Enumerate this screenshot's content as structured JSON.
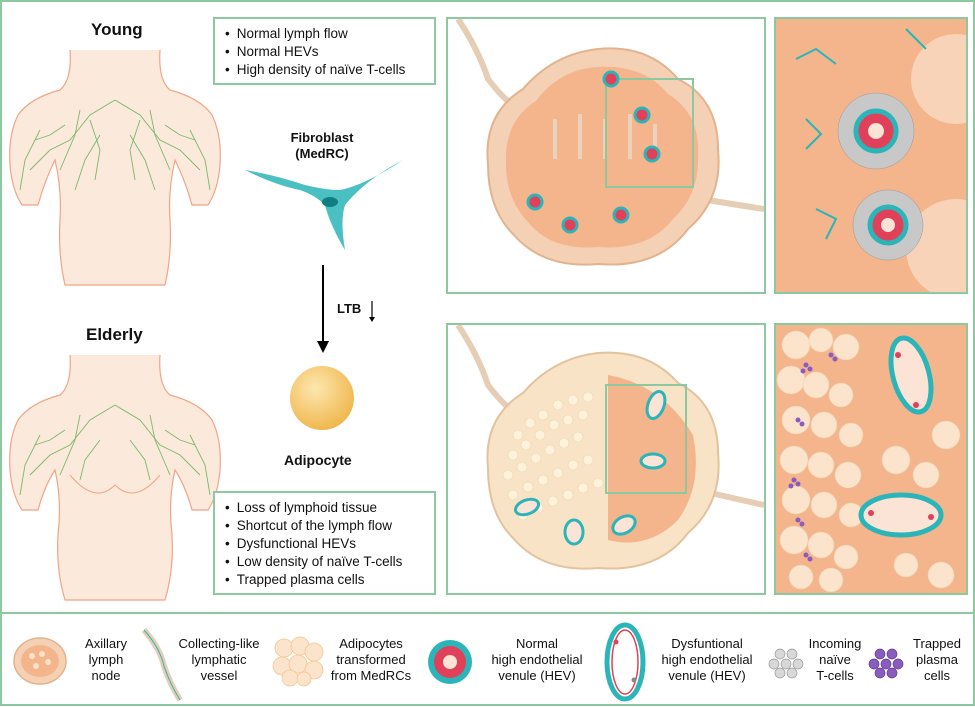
{
  "young": {
    "heading": "Young",
    "bullets": [
      "Normal lymph flow",
      "Normal HEVs",
      "High density of naïve T-cells"
    ]
  },
  "elderly": {
    "heading": "Elderly",
    "bullets": [
      "Loss of lymphoid tissue",
      "Shortcut of the lymph flow",
      "Dysfunctional HEVs",
      "Low density of naïve T-cells",
      "Trapped plasma cells"
    ]
  },
  "fibroblast": {
    "line1": "Fibroblast",
    "line2": "(MedRC)"
  },
  "arrow_label": "LTB",
  "adipocyte_label": "Adipocyte",
  "legend": [
    {
      "icon": "lymph-node-icon",
      "lines": [
        "Axillary",
        "lymph",
        "node"
      ]
    },
    {
      "icon": "lymphatic-vessel-icon",
      "lines": [
        "Collecting-like",
        "lymphatic",
        "vessel"
      ]
    },
    {
      "icon": "adipocytes-icon",
      "lines": [
        "Adipocytes",
        "transformed",
        "from MedRCs"
      ]
    },
    {
      "icon": "normal-hev-icon",
      "lines": [
        "Normal",
        "high endothelial",
        "venule (HEV)"
      ]
    },
    {
      "icon": "dysfunctional-hev-icon",
      "lines": [
        "Dysfuntional",
        "high endothelial",
        "venule (HEV)"
      ]
    },
    {
      "icon": "naive-tcells-icon",
      "lines": [
        "Incoming",
        "naïve",
        "T-cells"
      ]
    },
    {
      "icon": "plasma-cells-icon",
      "lines": [
        "Trapped",
        "plasma",
        "cells"
      ]
    }
  ],
  "colors": {
    "border": "#8cc8a0",
    "node": "#f4b48c",
    "node_light": "#f9d3b8",
    "fibroblast": "#2bb5b8",
    "adipocyte": "#f4c46a",
    "hev_red": "#e0405a",
    "plasma": "#8a5cc0"
  }
}
